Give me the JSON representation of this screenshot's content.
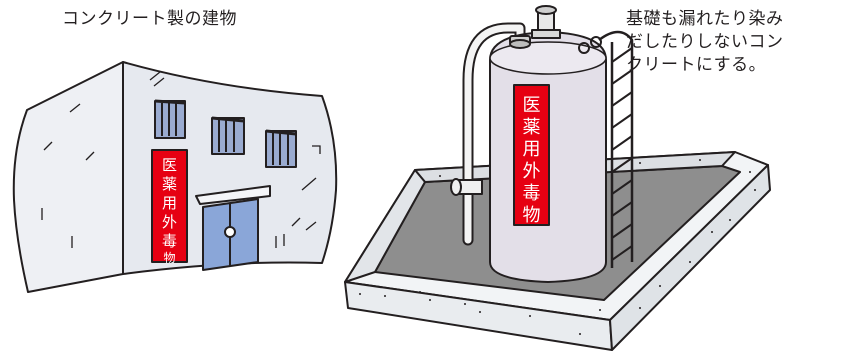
{
  "building": {
    "caption": "コンクリート製の建物",
    "sign_chars": [
      "医",
      "薬",
      "用",
      "外",
      "毒",
      "物"
    ]
  },
  "tank": {
    "caption_lines": [
      "基礎も漏れたり染み",
      "だしたりしないコン",
      "クリートにする。"
    ],
    "label_chars": [
      "医",
      "薬",
      "用",
      "外",
      "毒",
      "物"
    ]
  },
  "colors": {
    "sign_red": "#e60012",
    "tank_body": "#e3dfe8",
    "building_wall": "#edf0f5",
    "door_blue": "#8aa6d8",
    "base_gray": "#8e8e8e",
    "outline": "#231f20"
  }
}
